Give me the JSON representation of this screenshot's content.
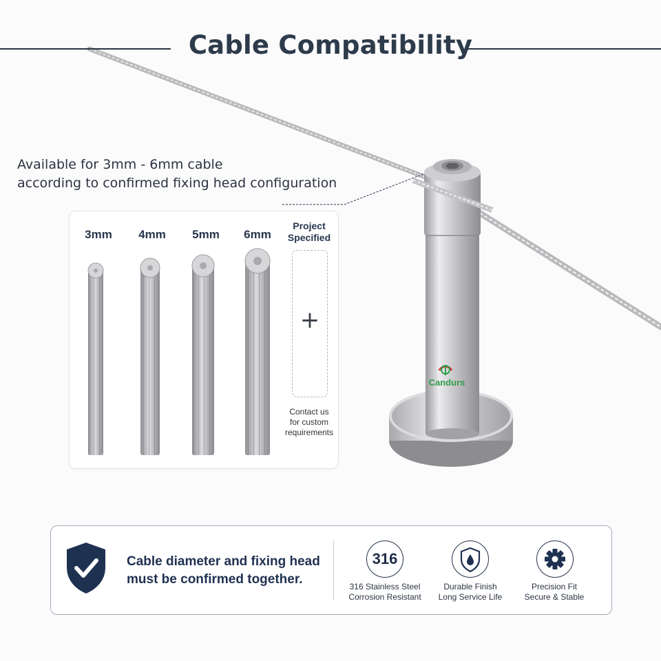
{
  "title": "Cable Compatibility",
  "availability": {
    "line1": "Available for 3mm - 6mm cable",
    "line2": "according to confirmed fixing head configuration"
  },
  "cable_panel": {
    "sizes": [
      "3mm",
      "4mm",
      "5mm",
      "6mm"
    ],
    "project_line1": "Project",
    "project_line2": "Specified",
    "plus": "+",
    "contact_line1": "Contact us",
    "contact_line2": "for custom",
    "contact_line3": "requirements"
  },
  "product": {
    "brand": "Candurs",
    "colors": {
      "steel": "#c9c9cc",
      "brand_green": "#2f9e49",
      "brand_red": "#d9393a"
    }
  },
  "notice": {
    "line1": "Cable diameter and fixing head",
    "line2": "must be confirmed together.",
    "features": [
      {
        "icon": "316-badge-icon",
        "badge": "316",
        "line1": "316 Stainless Steel",
        "line2": "Corrosion Resistant"
      },
      {
        "icon": "droplet-shield-icon",
        "line1": "Durable Finish",
        "line2": "Long Service Life"
      },
      {
        "icon": "gear-icon",
        "line1": "Precision Fit",
        "line2": "Secure & Stable"
      }
    ]
  },
  "colors": {
    "navy": "#1f3151",
    "background": "#fbfbfc"
  }
}
